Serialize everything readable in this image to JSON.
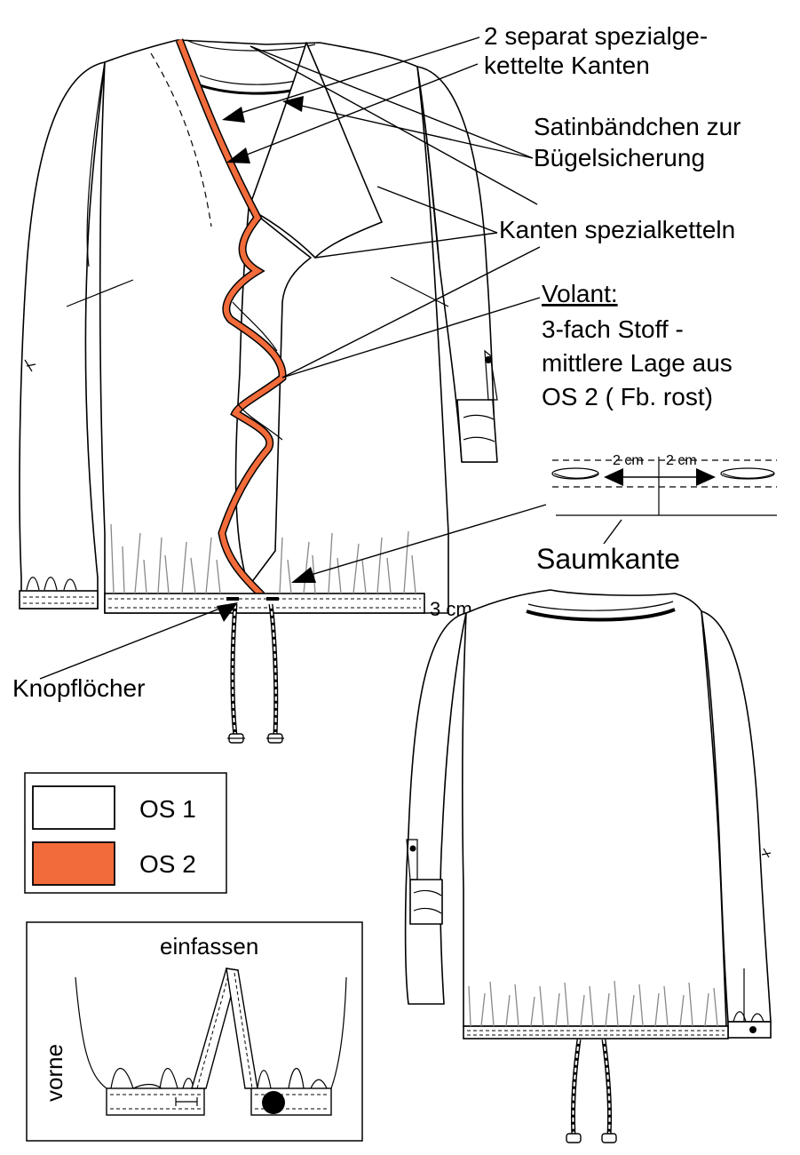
{
  "colors": {
    "os1_fill": "#ffffff",
    "os2_fill": "#f26b3a",
    "line": "#000000",
    "fringe": "#8a8a8a"
  },
  "annotations": {
    "separate_edges_line1": "2 separat spezialge-",
    "separate_edges_line2": "kettelte Kanten",
    "satin_ribbon_line1": "Satinbändchen zur",
    "satin_ribbon_line2": "Bügelsicherung",
    "serge_edges": "Kanten spezialketteln",
    "volant_title": "Volant:",
    "volant_line1": "3-fach Stoff -",
    "volant_line2": "mittlere Lage aus",
    "volant_line3": "OS 2 ( Fb. rost)",
    "hem_height": "3 cm",
    "buttonholes": "Knopflöcher",
    "hem_edge": "Saumkante"
  },
  "hem_detail": {
    "left_measure": "2 cm",
    "right_measure": "2 cm"
  },
  "legend": [
    {
      "label": "OS 1",
      "swatch_color": "#ffffff"
    },
    {
      "label": "OS 2",
      "swatch_color": "#f26b3a"
    }
  ],
  "binding_detail": {
    "title": "einfassen",
    "side_label": "vorne"
  }
}
